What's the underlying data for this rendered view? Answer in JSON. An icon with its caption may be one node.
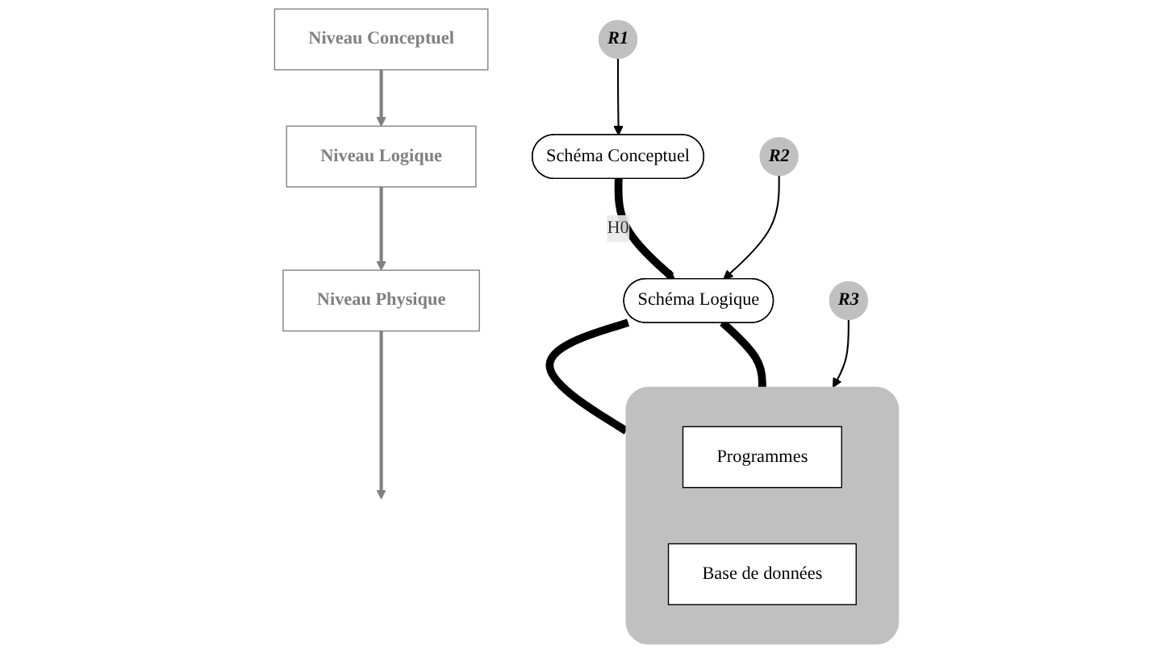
{
  "diagram": {
    "nodes": [
      {
        "text": [
          "Niveau Conceptuel"
        ]
      },
      {
        "text": [
          "Niveau Logique"
        ]
      },
      {
        "text": [
          "Niveau Physique"
        ]
      },
      {
        "text": [
          "Schéma Conceptuel"
        ]
      },
      {
        "text": [
          "Schéma Logique"
        ]
      },
      {
        "text": [],
        "shape": "box"
      },
      {
        "text": [
          "Programmes"
        ],
        "in": 5
      },
      {
        "text": [
          "Base de données"
        ],
        "in": 5
      },
      {
        "text": [
          "R1"
        ]
      },
      {
        "text": [
          "R2"
        ]
      },
      {
        "text": [
          "R3"
        ]
      }
    ],
    "edges": [
      {
        "from": 0,
        "to": 1,
        "arrow": "to",
        "color": "#808080"
      },
      {
        "from": 1,
        "to": 2,
        "arrow": "to",
        "color": "#808080"
      },
      {
        "from": 2,
        "to": null,
        "arrow": "to",
        "color": "#808080"
      },
      {
        "from": 3,
        "to": 4,
        "arrow": "to",
        "style": "thick",
        "label": "H0"
      },
      {
        "from": 4,
        "to": 5,
        "arrow": "none",
        "style": "thick"
      },
      {
        "from": 4,
        "to": 5,
        "arrow": "none",
        "style": "thick"
      },
      {
        "from": 8,
        "to": 3,
        "arrow": "to"
      },
      {
        "from": 9,
        "to": 4,
        "arrow": "to"
      },
      {
        "from": 10,
        "to": 5,
        "arrow": "to"
      }
    ]
  }
}
